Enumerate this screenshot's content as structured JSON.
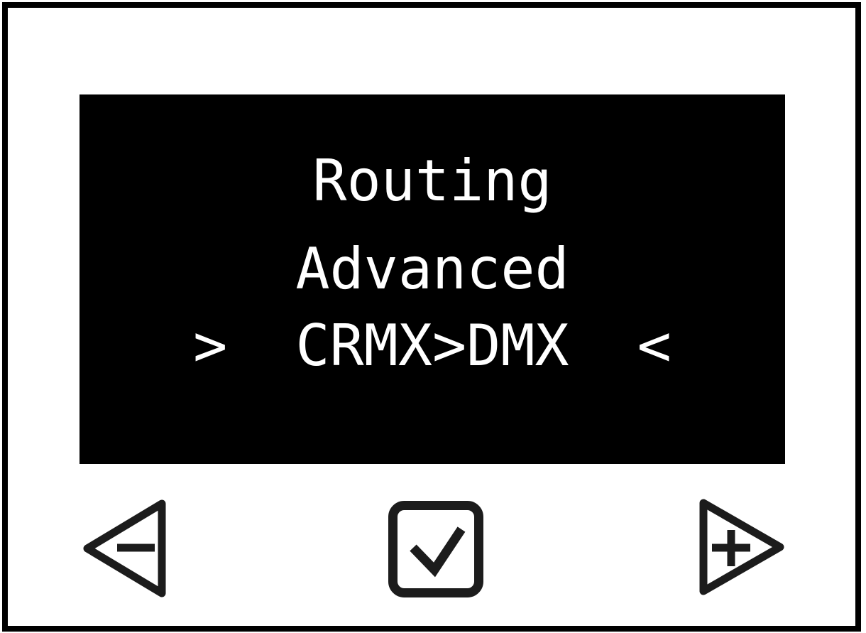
{
  "screen": {
    "title": "Routing",
    "menu_item": "Advanced",
    "selected_item": "CRMX>DMX",
    "selection_left_marker": ">",
    "selection_right_marker": "<",
    "background": "#000000",
    "text_color": "#ffffff"
  },
  "buttons": {
    "minus": {
      "name": "minus",
      "icon": "left-triangle-minus-icon",
      "glyph": "-"
    },
    "confirm": {
      "name": "confirm",
      "icon": "checkbox-checkmark-icon",
      "glyph": "✓"
    },
    "plus": {
      "name": "plus",
      "icon": "right-triangle-plus-icon",
      "glyph": "+"
    }
  },
  "colors": {
    "frame": "#000000",
    "icon_stroke": "#1c1c1c",
    "background": "#ffffff"
  }
}
